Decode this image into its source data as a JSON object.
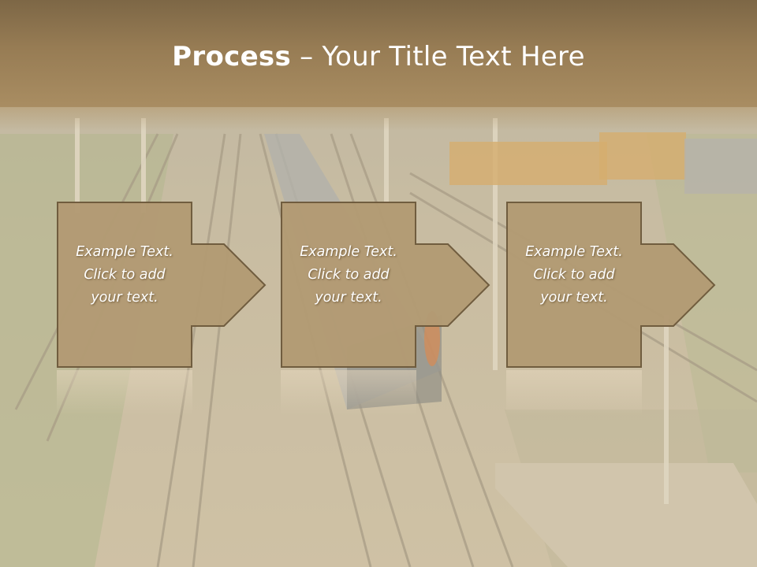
{
  "slide": {
    "title_bold": "Process",
    "title_rest": " – Your Title Text Here"
  },
  "steps": [
    {
      "text": "Example Text.\nClick  to add\nyour text."
    },
    {
      "text": "Example Text.\nClick  to add\nyour text."
    },
    {
      "text": "Example Text.\nClick  to add\nyour text."
    }
  ],
  "colors": {
    "header": "#977c54",
    "box_fill": "#b39b74",
    "box_border": "#6e5a3c",
    "text": "#ffffff"
  }
}
